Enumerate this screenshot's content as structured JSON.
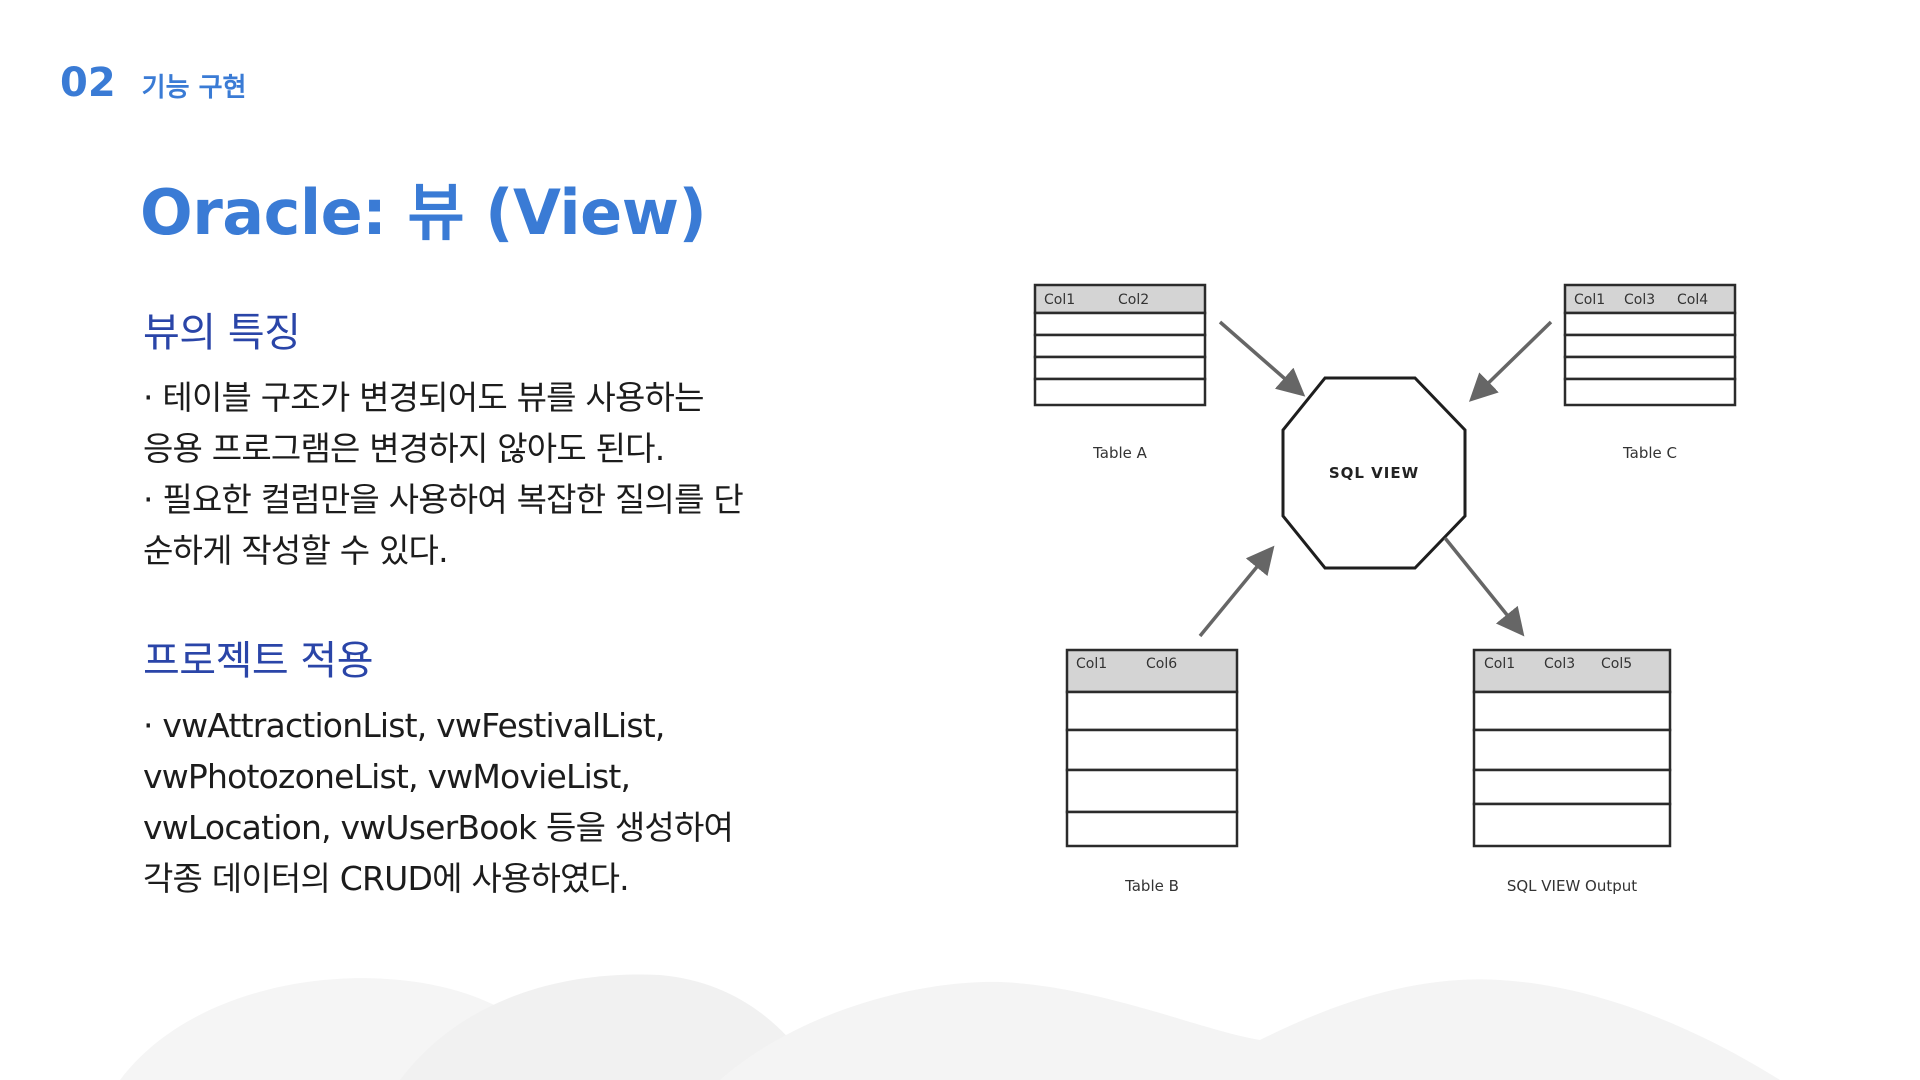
{
  "header": {
    "section_number": "02",
    "section_label": "기능 구현"
  },
  "title": "Oracle: 뷰 (View)",
  "sections": [
    {
      "heading": "뷰의 특징",
      "lines": [
        "· 테이블 구조가 변경되어도 뷰를 사용하는",
        "응용 프로그램은 변경하지 않아도 된다.",
        "· 필요한 컬럼만을 사용하여 복잡한 질의를 단",
        "순하게 작성할 수 있다."
      ]
    },
    {
      "heading": "프로젝트 적용",
      "lines": [
        "· vwAttractionList, vwFestivalList,",
        "vwPhotozoneList, vwMovieList,",
        "vwLocation, vwUserBook 등을 생성하여",
        "각종 데이터의 CRUD에 사용하였다."
      ]
    }
  ],
  "diagram": {
    "center_label": "SQL VIEW",
    "tables": [
      {
        "name": "Table A",
        "columns": [
          "Col1",
          "Col2"
        ]
      },
      {
        "name": "Table C",
        "columns": [
          "Col1",
          "Col3",
          "Col4"
        ]
      },
      {
        "name": "Table B",
        "columns": [
          "Col1",
          "Col6"
        ]
      },
      {
        "name": "SQL VIEW Output",
        "columns": [
          "Col1",
          "Col3",
          "Col5"
        ]
      }
    ]
  },
  "colors": {
    "accent": "#3a7bd5",
    "heading": "#2a45a8",
    "wave": "#f3f3f3"
  }
}
